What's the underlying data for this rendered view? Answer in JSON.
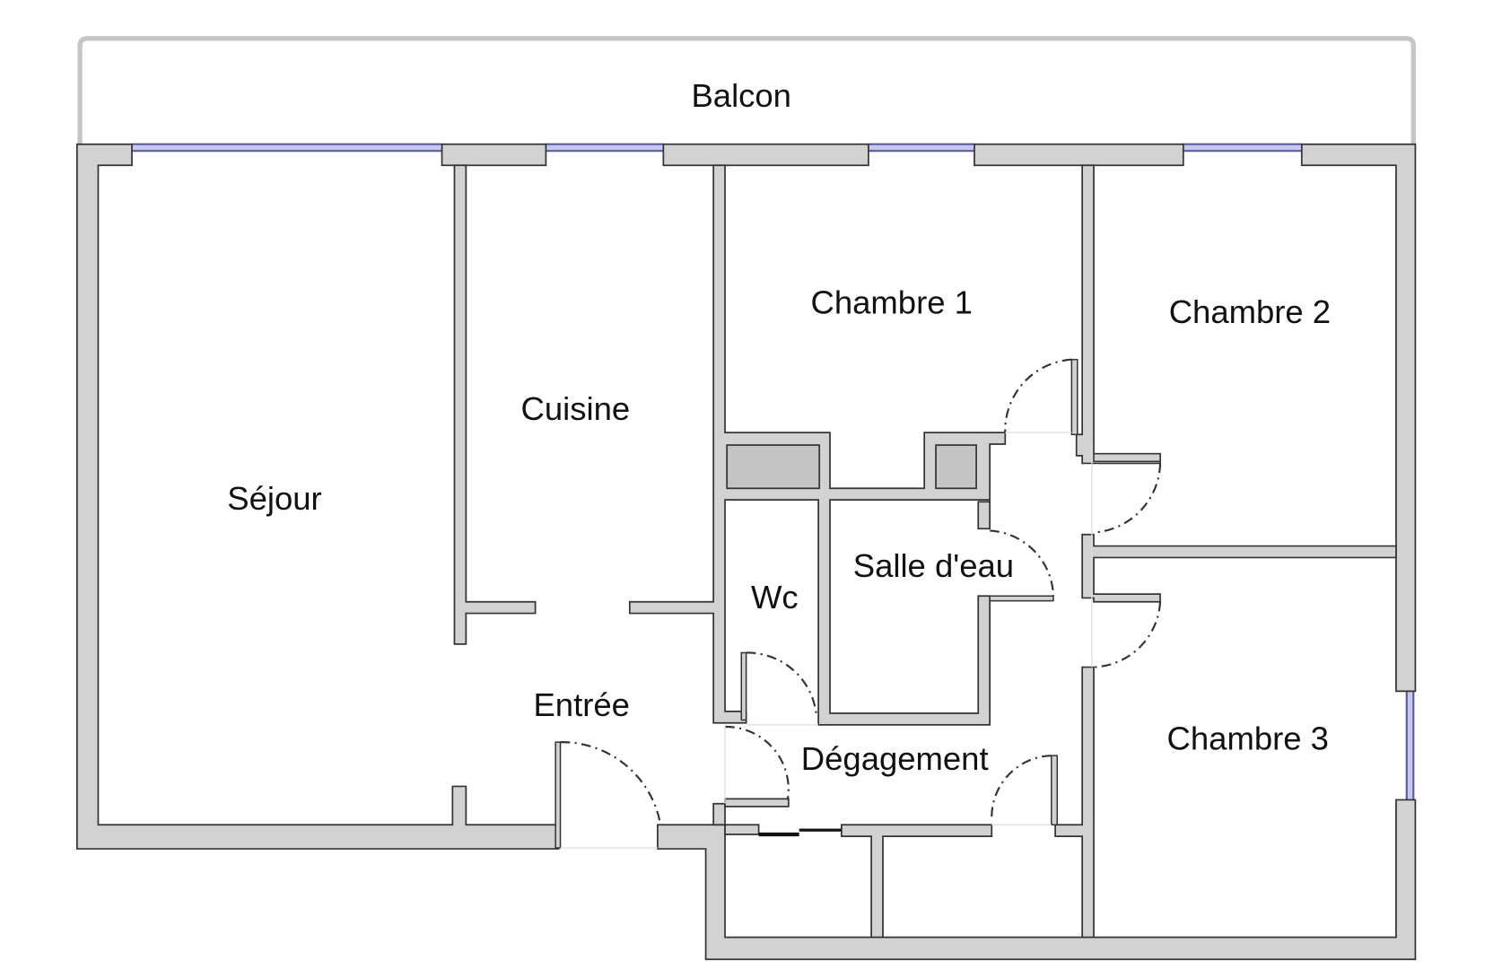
{
  "plan": {
    "type": "apartment-floor-plan",
    "colors": {
      "wall_fill": "#d2d2d2",
      "wall_stroke": "#333333",
      "duct_fill": "#c4c4c4",
      "window": "#5a5aa0",
      "balcony_outline": "#c6c6c6"
    },
    "rooms": {
      "balcon": "Balcon",
      "sejour": "Séjour",
      "cuisine": "Cuisine",
      "chambre1": "Chambre 1",
      "chambre2": "Chambre 2",
      "chambre3": "Chambre 3",
      "wc": "Wc",
      "salle_eau": "Salle d'eau",
      "entree": "Entrée",
      "degagement": "Dégagement"
    }
  }
}
